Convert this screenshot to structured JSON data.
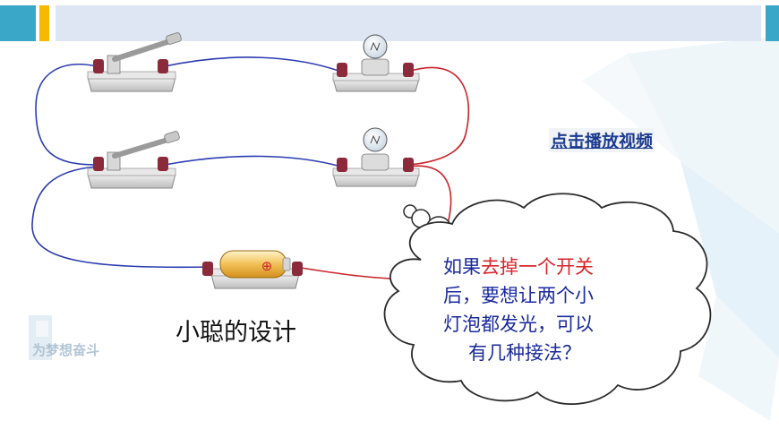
{
  "video_link": "点击播放视频",
  "caption": "小聪的设计",
  "bubble": {
    "line1_a": "如果",
    "line1_b": "去掉一个开关",
    "line2": "后，要想让两个小",
    "line3": "灯泡都发光，可以",
    "line4": "有几种接法？"
  },
  "battery_sign": "⊕",
  "logo_text": "为梦想奋斗",
  "colors": {
    "wire_blue": "#2b3bb0",
    "wire_red": "#c8232a",
    "header_bar": "#dde6f2",
    "accent_teal": "#3aa6c8",
    "accent_yellow": "#f6b800",
    "bubble_text": "#1a2a9c",
    "bubble_highlight": "#d8252a"
  }
}
